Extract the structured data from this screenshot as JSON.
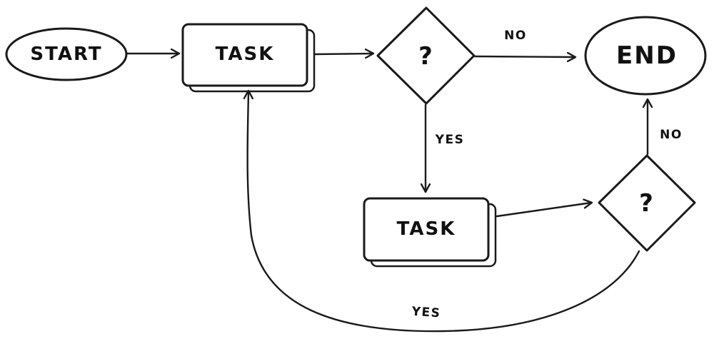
{
  "diagram": {
    "nodes": {
      "start": {
        "label": "START"
      },
      "task_1": {
        "label": "TASK"
      },
      "decision_1": {
        "label": "?"
      },
      "end": {
        "label": "END"
      },
      "task_2": {
        "label": "TASK"
      },
      "decision_2": {
        "label": "?"
      }
    },
    "edges": {
      "decision_1_to_end": {
        "label": "NO"
      },
      "decision_1_to_task_2": {
        "label": "YES"
      },
      "decision_2_to_end": {
        "label": "NO"
      },
      "decision_2_to_task_1": {
        "label": "YES"
      }
    },
    "colors": {
      "stroke": "#1a1a1a",
      "fill": "#ffffff",
      "text": "#111111"
    }
  }
}
